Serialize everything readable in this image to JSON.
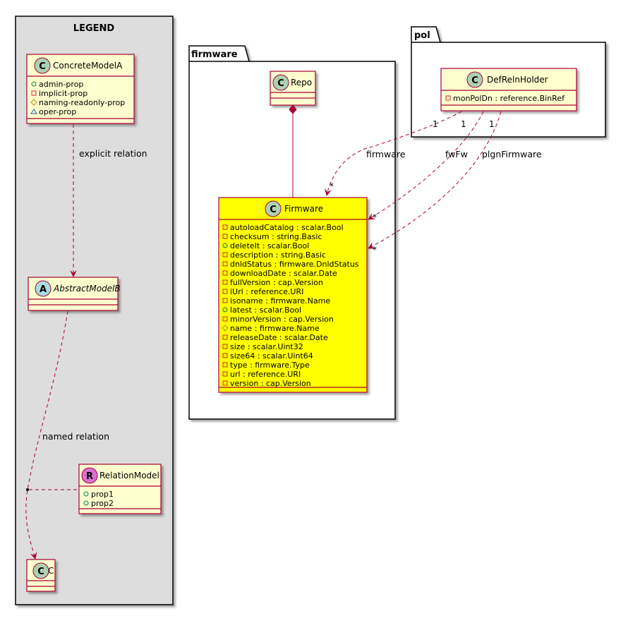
{
  "legend": {
    "title": "LEGEND",
    "concrete": {
      "name": "ConcreteModelA",
      "stereotype": "C",
      "props": [
        {
          "vis": "public",
          "text": "admin-prop"
        },
        {
          "vis": "private",
          "text": "implicit-prop"
        },
        {
          "vis": "protected",
          "text": "naming-readonly-prop"
        },
        {
          "vis": "package",
          "text": "oper-prop"
        }
      ]
    },
    "explicit_label": "explicit relation",
    "abstract": {
      "name": "AbstractModelB",
      "stereotype": "A"
    },
    "named_label": "named relation",
    "relation": {
      "name": "RelationModel",
      "stereotype": "R",
      "props": [
        {
          "vis": "public",
          "text": "prop1"
        },
        {
          "vis": "public",
          "text": "prop2"
        }
      ]
    },
    "c": {
      "name": "C",
      "stereotype": "C"
    }
  },
  "firmware_pkg": {
    "title": "firmware",
    "repo": {
      "name": "Repo",
      "stereotype": "C"
    },
    "firmware": {
      "name": "Firmware",
      "stereotype": "C",
      "props": [
        {
          "vis": "private",
          "text": "autoloadCatalog : scalar.Bool"
        },
        {
          "vis": "private",
          "text": "checksum : string.Basic"
        },
        {
          "vis": "public",
          "text": "deleteIt : scalar.Bool"
        },
        {
          "vis": "private",
          "text": "description : string.Basic"
        },
        {
          "vis": "private",
          "text": "dnldStatus : firmware.DnldStatus"
        },
        {
          "vis": "private",
          "text": "downloadDate : scalar.Date"
        },
        {
          "vis": "private",
          "text": "fullVersion : cap.Version"
        },
        {
          "vis": "private",
          "text": "iUrl : reference.URI"
        },
        {
          "vis": "private",
          "text": "isoname : firmware.Name"
        },
        {
          "vis": "public",
          "text": "latest : scalar.Bool"
        },
        {
          "vis": "private",
          "text": "minorVersion : cap.Version"
        },
        {
          "vis": "protected",
          "text": "name : firmware.Name"
        },
        {
          "vis": "private",
          "text": "releaseDate : scalar.Date"
        },
        {
          "vis": "private",
          "text": "size : scalar.Uint32"
        },
        {
          "vis": "private",
          "text": "size64 : scalar.Uint64"
        },
        {
          "vis": "private",
          "text": "type : firmware.Type"
        },
        {
          "vis": "private",
          "text": "url : reference.URI"
        },
        {
          "vis": "private",
          "text": "version : cap.Version"
        }
      ]
    }
  },
  "pol_pkg": {
    "title": "pol",
    "holder": {
      "name": "DefRelnHolder",
      "stereotype": "C",
      "props": [
        {
          "vis": "private",
          "text": "monPolDn : reference.BinRef"
        }
      ]
    }
  },
  "relations": [
    {
      "label": "firmware",
      "src_mult": "1",
      "dst_mult": "*"
    },
    {
      "label": "fwFw",
      "src_mult": "1",
      "dst_mult": "*"
    },
    {
      "label": "plgnFirmware",
      "src_mult": "1",
      "dst_mult": "*"
    }
  ],
  "colors": {
    "class_fill": "#FEFECE",
    "highlight_fill": "#FFFF00",
    "border": "#A80036",
    "legend_bg": "#DDDDDD",
    "circle_c": "#ADD1B2",
    "circle_a": "#A9DCDF",
    "circle_r": "#DA70D6"
  }
}
